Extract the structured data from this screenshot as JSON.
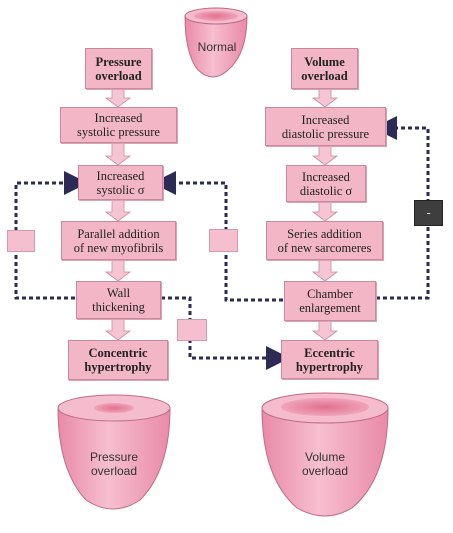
{
  "hearts": {
    "normal": "Normal",
    "pressure": "Pressure\noverload",
    "volume": "Volume\noverload"
  },
  "left": {
    "header": "Pressure\noverload",
    "step1": "Increased\nsystolic pressure",
    "step2": "Increased\nsystolic σ",
    "step3": "Parallel addition\nof new myofibrils",
    "step4": "Wall\nthickening",
    "result": "Concentric\nhypertrophy"
  },
  "right": {
    "header": "Volume\noverload",
    "step1": "Increased\ndiastolic pressure",
    "step2": "Increased\ndiastolic σ",
    "step3": "Series addition\nof new sarcomeres",
    "step4": "Chamber\nenlargement",
    "result": "Eccentric\nhypertrophy"
  },
  "signs": {
    "left_loop": "-",
    "middle_loop": "-",
    "cross_link": "-",
    "right_loop": "-"
  },
  "colors": {
    "box_fill": "#f3b6c6",
    "heart_fill": "#f2a9c0",
    "dashed_line": "#2b2b55",
    "dark_sign": "#3e3e3e"
  }
}
